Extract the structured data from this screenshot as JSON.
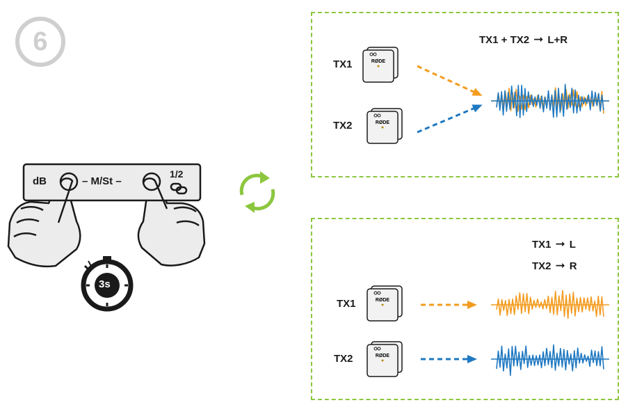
{
  "step": {
    "number": "6"
  },
  "device": {
    "db_label": "dB",
    "mode_label": "– M/St –",
    "channel_label": "1/2",
    "link_icon": "link-icon",
    "brand": "RØDE"
  },
  "timer": {
    "label": "3s",
    "icon": "stopwatch-icon"
  },
  "cycle_icon": "cycle-arrows-icon",
  "mono_panel": {
    "route": {
      "source": "TX1 + TX2",
      "dest": "L+R"
    },
    "tx1_label": "TX1",
    "tx2_label": "TX2"
  },
  "stereo_panel": {
    "routes": [
      {
        "source": "TX1",
        "dest": "L"
      },
      {
        "source": "TX2",
        "dest": "R"
      }
    ],
    "tx1_label": "TX1",
    "tx2_label": "TX2"
  },
  "colors": {
    "orange": "#f39c1f",
    "blue": "#1f78c1",
    "green": "#8cc63f",
    "grey": "#cfcfcf"
  }
}
